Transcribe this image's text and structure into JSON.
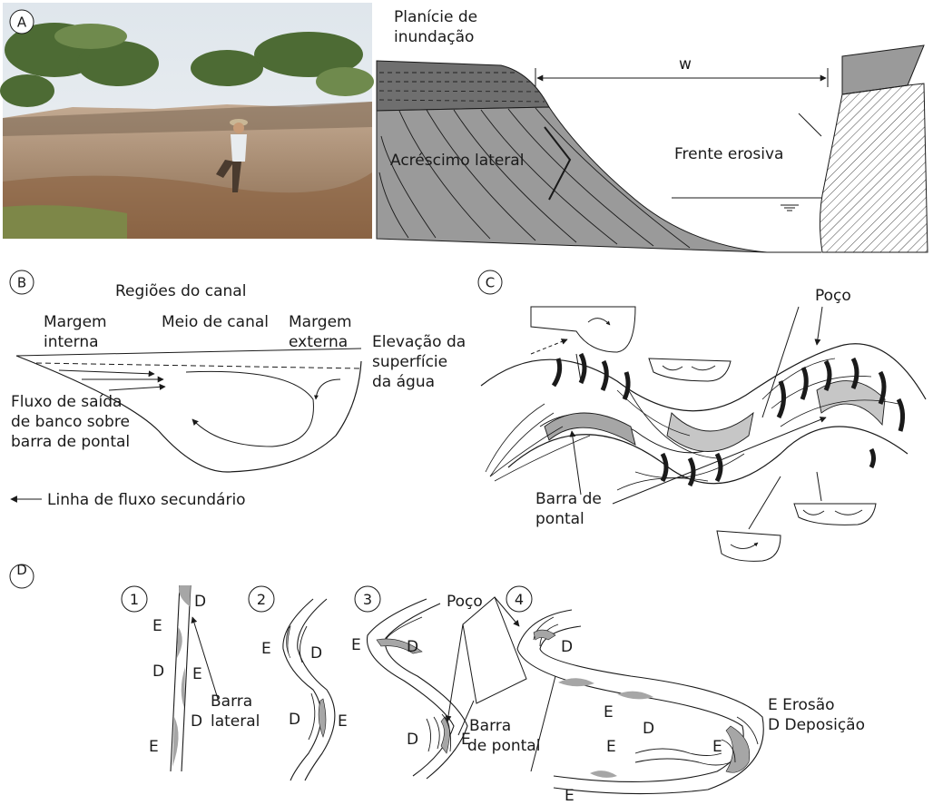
{
  "panel_a": {
    "letter": "A",
    "floodplain_line1": "Planície de",
    "floodplain_line2": "inundação",
    "width_symbol": "w",
    "lateral_accretion": "Acréscimo lateral",
    "erosive_front": "Frente erosiva"
  },
  "panel_b": {
    "letter": "B",
    "title": "Regiões do canal",
    "inner_margin_line1": "Margem",
    "inner_margin_line2": "interna",
    "mid_channel": "Meio de canal",
    "outer_margin_line1": "Margem",
    "outer_margin_line2": "externa",
    "elevation_line1": "Elevação da",
    "elevation_line2": "superfície",
    "elevation_line3": "da água",
    "outflow_line1": "Fluxo de saída",
    "outflow_line2": "de banco sobre",
    "outflow_line3": "barra de pontal",
    "legend_secondary": "Linha de fluxo secundário"
  },
  "panel_c": {
    "letter": "C",
    "pool": "Poço",
    "point_bar_line1": "Barra de",
    "point_bar_line2": "pontal"
  },
  "panel_d": {
    "letter": "D",
    "stage_numbers": [
      "1",
      "2",
      "3",
      "4"
    ],
    "erosion_letter": "E",
    "deposition_letter": "D",
    "lateral_bar_line1": "Barra",
    "lateral_bar_line2": "lateral",
    "pool": "Poço",
    "point_bar_line1": "Barra",
    "point_bar_line2": "de pontal",
    "legend_erosion": "E  Erosão",
    "legend_deposition": "D  Deposição"
  },
  "colors": {
    "ink": "#1a1a1a",
    "bar_gray": "#a6a6a6",
    "floodplain_gray": "#6f6f6f",
    "accretion_gray": "#9a9a9a",
    "photo_soil": "#a88c74",
    "photo_sky": "#e9edf1"
  }
}
